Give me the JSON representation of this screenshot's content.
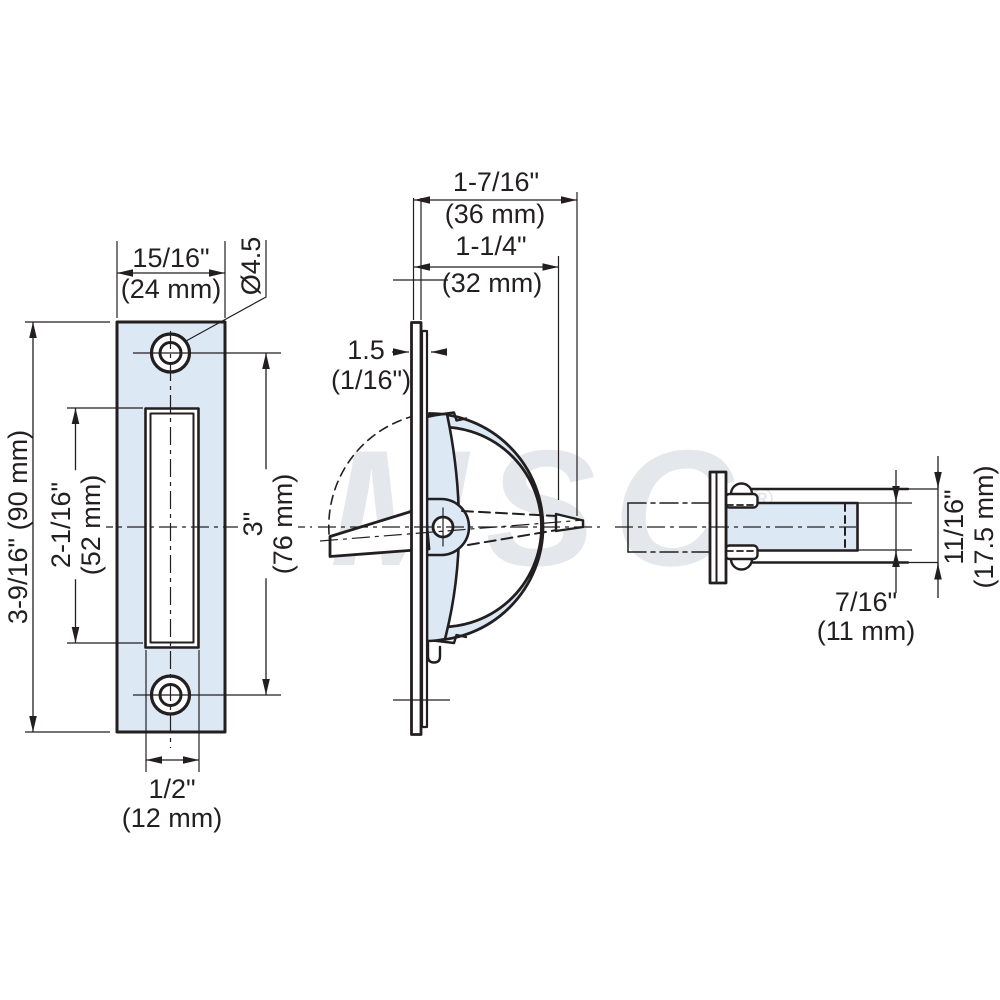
{
  "colors": {
    "part_fill": "#dce9f4",
    "line": "#231f20",
    "watermark_gray": "#a5b4c0"
  },
  "watermark": {
    "text": "MSC",
    "reg": "®"
  },
  "views": {
    "front": {
      "width_in": "15/16\"",
      "width_mm": "(24 mm)",
      "hole_dia": "Ø4.5",
      "height_in_mm": "3-9/16\" (90 mm)",
      "slot_height_in": "2-1/16\"",
      "slot_height_mm": "(52 mm)",
      "hole_pitch_in": "3\"",
      "hole_pitch_mm": "(76 mm)",
      "slot_width_in": "1/2\"",
      "slot_width_mm": "(12 mm)"
    },
    "side": {
      "overall_depth_in": "1-7/16\"",
      "overall_depth_mm": "(36 mm)",
      "body_depth_in": "1-1/4\"",
      "body_depth_mm": "(32 mm)",
      "plate_thickness_mm": "1.5",
      "plate_thickness_in": "(1/16\")"
    },
    "pin": {
      "outer_dia_in": "11/16\"",
      "outer_dia_mm": "(17.5 mm)",
      "pin_dia_in": "7/16\"",
      "pin_dia_mm": "(11 mm)"
    }
  }
}
